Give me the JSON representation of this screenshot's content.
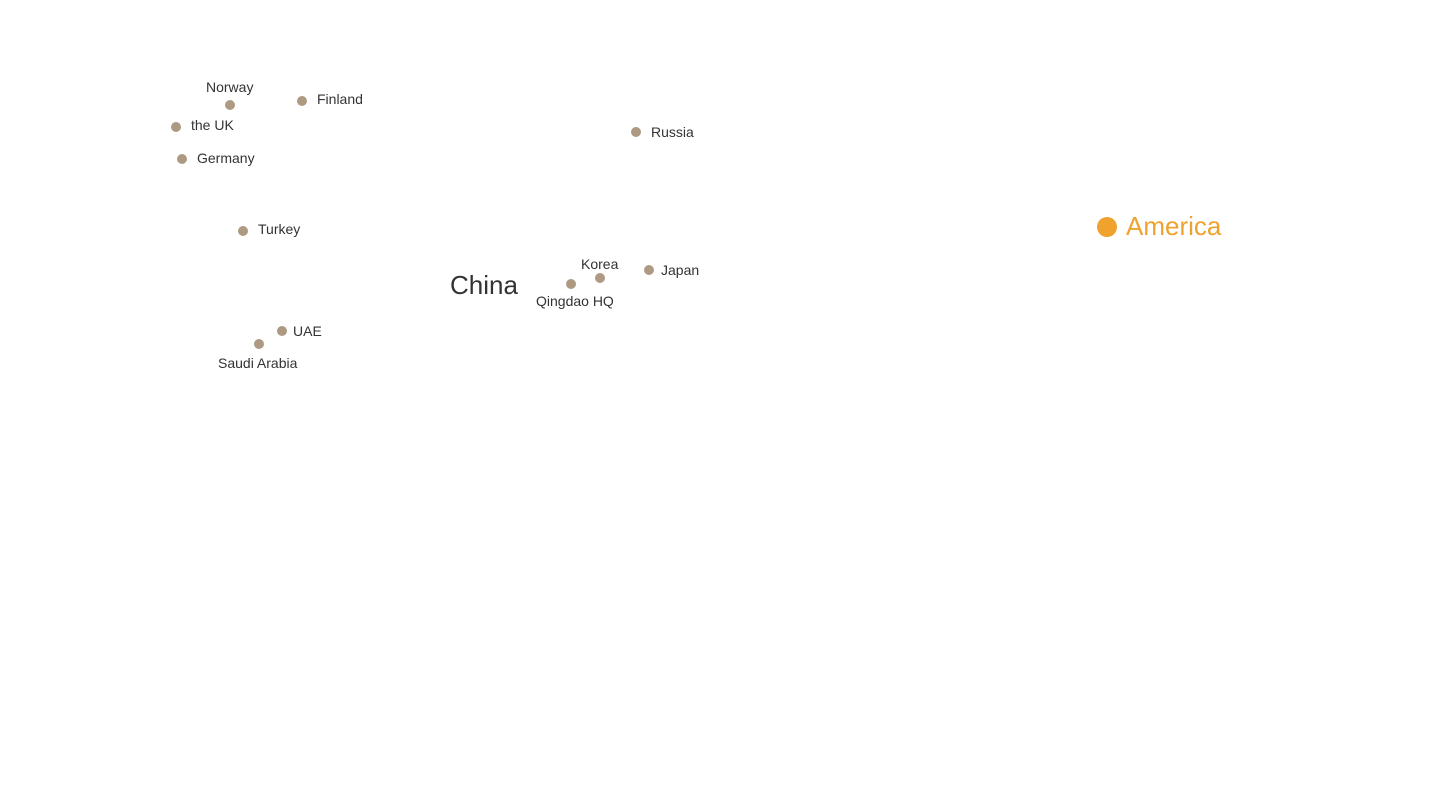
{
  "colors": {
    "location_dot": "#ae9a82",
    "highlight": "#f0a22e",
    "text": "#333333"
  },
  "map": {
    "region_label": "China",
    "highlight": {
      "label": "America"
    },
    "locations": [
      {
        "id": "norway",
        "label": "Norway"
      },
      {
        "id": "finland",
        "label": "Finland"
      },
      {
        "id": "the-uk",
        "label": "the UK"
      },
      {
        "id": "germany",
        "label": "Germany"
      },
      {
        "id": "russia",
        "label": "Russia"
      },
      {
        "id": "turkey",
        "label": "Turkey"
      },
      {
        "id": "korea",
        "label": "Korea"
      },
      {
        "id": "japan",
        "label": "Japan"
      },
      {
        "id": "qingdao-hq",
        "label": "Qingdao HQ"
      },
      {
        "id": "uae",
        "label": "UAE"
      },
      {
        "id": "saudi-arabia",
        "label": "Saudi Arabia"
      }
    ]
  }
}
